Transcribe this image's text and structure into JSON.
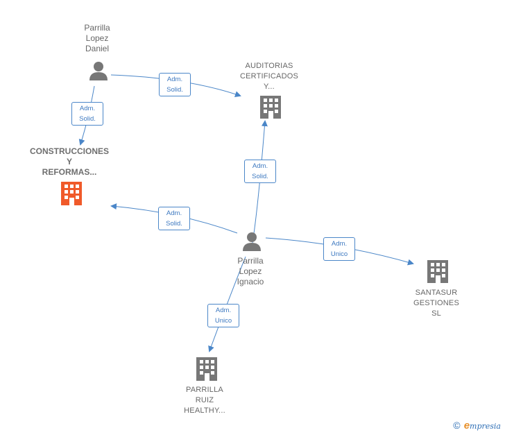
{
  "nodes": {
    "parrilla_daniel": {
      "lines": [
        "Parrilla",
        "Lopez",
        "Daniel"
      ],
      "icon": "person-icon"
    },
    "auditorias": {
      "lines": [
        "AUDITORIAS",
        "CERTIFICADOS",
        "Y..."
      ],
      "icon": "building-icon"
    },
    "construcciones": {
      "lines": [
        "CONSTRUCCIONES",
        "Y",
        "REFORMAS..."
      ],
      "icon": "building-icon"
    },
    "parrilla_ignacio": {
      "lines": [
        "Parrilla",
        "Lopez",
        "Ignacio"
      ],
      "icon": "person-icon"
    },
    "santasur": {
      "lines": [
        "SANTASUR",
        "GESTIONES",
        "SL"
      ],
      "icon": "building-icon"
    },
    "parrilla_ruiz": {
      "lines": [
        "PARRILLA",
        "RUIZ",
        "HEALTHY..."
      ],
      "icon": "building-icon"
    }
  },
  "edges": {
    "daniel_auditorias": {
      "lines": [
        "Adm.",
        "Solid."
      ]
    },
    "daniel_construcciones": {
      "lines": [
        "Adm.",
        "Solid."
      ]
    },
    "ignacio_auditorias": {
      "lines": [
        "Adm.",
        "Solid."
      ]
    },
    "ignacio_construcciones": {
      "lines": [
        "Adm.",
        "Solid."
      ]
    },
    "ignacio_santasur": {
      "lines": [
        "Adm.",
        "Unico"
      ]
    },
    "ignacio_parrilla_ruiz": {
      "lines": [
        "Adm.",
        "Unico"
      ]
    }
  },
  "colors": {
    "edge": "#4a86c8",
    "icon_default": "#777777",
    "icon_highlight": "#f05a2a"
  },
  "footer": {
    "copyright": "©",
    "brand_initial": "e",
    "brand_rest": "mpresia"
  }
}
